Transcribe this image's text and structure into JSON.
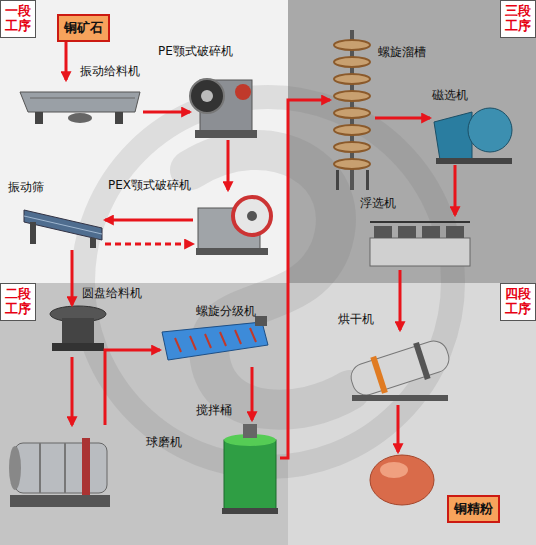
{
  "diagram": {
    "nodes": [
      {
        "text": [
          "一段工序"
        ]
      },
      {
        "text": [
          "铜矿石"
        ]
      },
      {
        "text": [
          "振动给料机"
        ]
      },
      {
        "text": [
          "PE颚式破碎机"
        ]
      },
      {
        "text": [
          "PEX颚式破碎机"
        ]
      },
      {
        "text": [
          "振动筛"
        ]
      },
      {
        "text": [
          "二段工序"
        ]
      },
      {
        "text": [
          "圆盘给料机"
        ]
      },
      {
        "text": [
          "螺旋分级机"
        ]
      },
      {
        "text": [
          "球磨机"
        ]
      },
      {
        "text": [
          "搅拌桶"
        ]
      },
      {
        "text": [
          "三段工序"
        ]
      },
      {
        "text": [
          "螺旋溜槽"
        ]
      },
      {
        "text": [
          "磁选机"
        ]
      },
      {
        "text": [
          "浮选机"
        ]
      },
      {
        "text": [
          "四段工序"
        ]
      },
      {
        "text": [
          "烘干机"
        ]
      },
      {
        "text": [
          "铜精粉"
        ]
      }
    ],
    "edges": [
      {
        "from": 1,
        "to": 2,
        "arrow": "to"
      },
      {
        "from": 2,
        "to": 3,
        "arrow": "to"
      },
      {
        "from": 3,
        "to": 4,
        "arrow": "to"
      },
      {
        "from": 4,
        "to": 5,
        "arrow": "to"
      },
      {
        "from": 5,
        "to": 4,
        "arrow": "to"
      },
      {
        "from": 5,
        "to": 7,
        "arrow": "to"
      },
      {
        "from": 7,
        "to": 9,
        "arrow": "to"
      },
      {
        "from": 9,
        "to": 8,
        "arrow": "to"
      },
      {
        "from": 8,
        "to": 10,
        "arrow": "to"
      },
      {
        "from": 10,
        "to": 12,
        "arrow": "to"
      },
      {
        "from": 12,
        "to": 13,
        "arrow": "to"
      },
      {
        "from": 13,
        "to": 14,
        "arrow": "to"
      },
      {
        "from": 14,
        "to": 16,
        "arrow": "to"
      },
      {
        "from": 16,
        "to": 17,
        "arrow": "to"
      }
    ]
  }
}
